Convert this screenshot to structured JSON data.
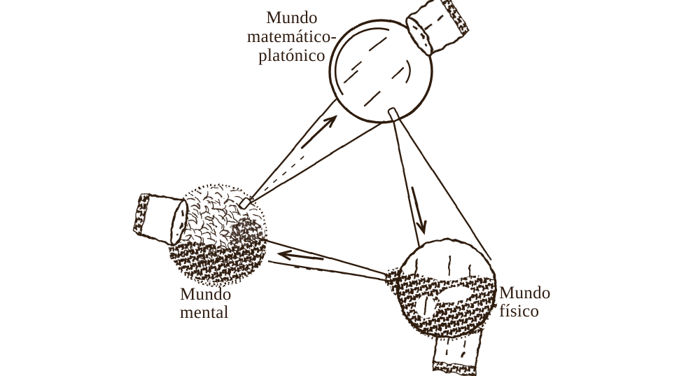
{
  "colors": {
    "ink": "#2e1b10",
    "background": "#ffffff"
  },
  "nodes": {
    "platonic": {
      "label_lines": [
        "Mundo",
        "matemático-",
        "platónico"
      ]
    },
    "mental": {
      "label_lines": [
        "Mundo",
        "mental"
      ]
    },
    "physical": {
      "label_lines": [
        "Mundo",
        "físico"
      ]
    }
  },
  "relations": [
    {
      "from": "mental",
      "to": "platonic",
      "arrow_direction": "up-right"
    },
    {
      "from": "platonic",
      "to": "physical",
      "arrow_direction": "down"
    },
    {
      "from": "physical",
      "to": "mental",
      "arrow_direction": "left"
    }
  ]
}
